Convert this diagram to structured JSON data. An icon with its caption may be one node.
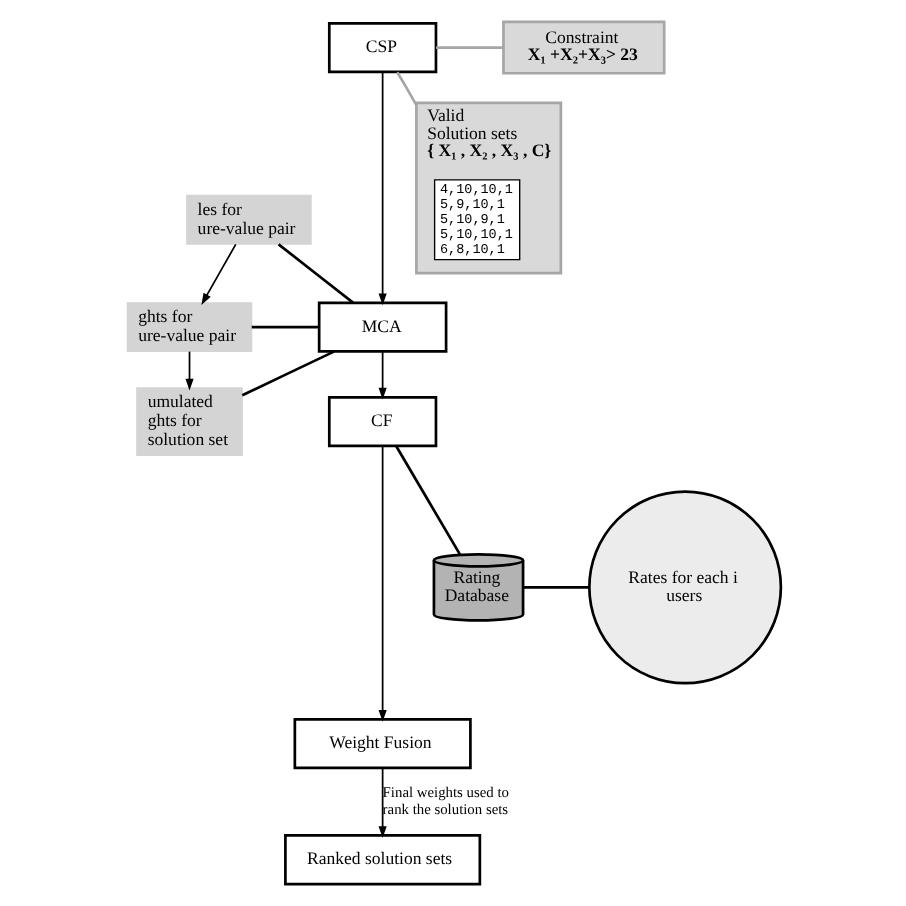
{
  "diagram": {
    "nodes": [
      {
        "text": [
          "Constraint",
          "X₁ +X₂+X₃> 23"
        ]
      },
      {
        "text": [
          "CSP"
        ]
      },
      {
        "text": [
          "Valid Solution sets",
          "{ X₁ , X₂ , X₃ , C}"
        ]
      },
      {
        "text": [
          "4,10,10,1",
          "5,9,10,1",
          "5,10,9,1",
          "5,10,10,1",
          "6,8,10,1"
        ],
        "in": 2
      },
      {
        "text": [
          "les for ure-value pair"
        ]
      },
      {
        "text": [
          "MCA"
        ]
      },
      {
        "text": [
          "ghts for ure-value pair"
        ]
      },
      {
        "text": [
          "umulated ghts for solution set"
        ]
      },
      {
        "text": [
          "CF"
        ]
      },
      {
        "text": [
          "Rating Database"
        ]
      },
      {
        "text": [
          "Rates for each i",
          "users"
        ]
      },
      {
        "text": [
          "Weight Fusion"
        ]
      },
      {
        "text": [
          "Ranked solution sets"
        ]
      }
    ],
    "edges": [
      {
        "from": 1,
        "to": 5,
        "arrow": "to"
      },
      {
        "from": 4,
        "to": 6,
        "arrow": "to"
      },
      {
        "from": 6,
        "to": 7,
        "arrow": "to"
      },
      {
        "from": 5,
        "to": 8,
        "arrow": "to"
      },
      {
        "from": 8,
        "to": 11,
        "arrow": "to"
      },
      {
        "from": 11,
        "to": 12,
        "arrow": "to",
        "label": "Final weights used to rank the solution sets"
      },
      {
        "from": 1,
        "to": 0,
        "arrow": "none",
        "color": "#a6a6a6"
      },
      {
        "from": 1,
        "to": 2,
        "arrow": "none",
        "color": "#a6a6a6"
      },
      {
        "from": 4,
        "to": 5,
        "arrow": "none"
      },
      {
        "from": 6,
        "to": 5,
        "arrow": "none"
      },
      {
        "from": 7,
        "to": 5,
        "arrow": "none"
      },
      {
        "from": 8,
        "to": 9,
        "arrow": "none"
      },
      {
        "from": 9,
        "to": 10,
        "arrow": "none"
      }
    ]
  }
}
